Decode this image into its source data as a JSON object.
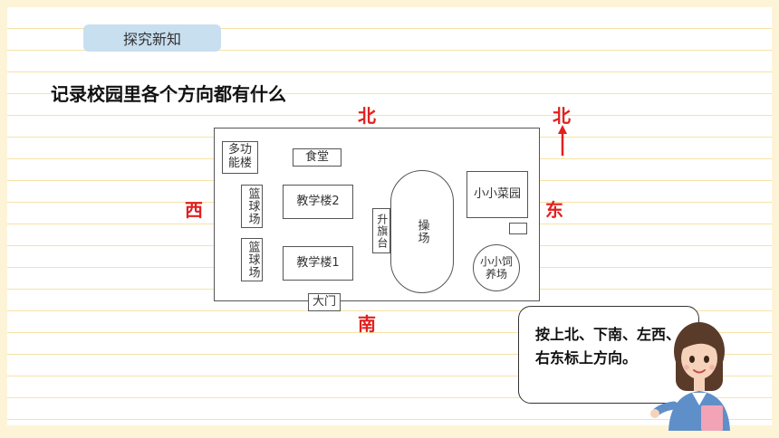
{
  "section_tag": "探究新知",
  "instruction": "记录校园里各个方向都有什么",
  "directions": {
    "north": "北",
    "south": "南",
    "west": "西",
    "east": "东",
    "compass_north": "北"
  },
  "map": {
    "duogongneng_lou": "多功能楼",
    "canteen": "食堂",
    "basketball_court_1": "篮球场",
    "basketball_court_2": "篮球场",
    "teaching_building_2": "教学楼2",
    "teaching_building_1": "教学楼1",
    "flag_stage": "升旗台",
    "playground": "操场",
    "vegetable_garden": "小小菜园",
    "farm": "小小饲养场",
    "gate": "大门"
  },
  "bubble": {
    "text": "按上北、下南、左西、右东标上方向。"
  },
  "colors": {
    "accent_red": "#e21f1f",
    "tag_blue": "#c8dff0",
    "frame": "#fdf4d8"
  }
}
